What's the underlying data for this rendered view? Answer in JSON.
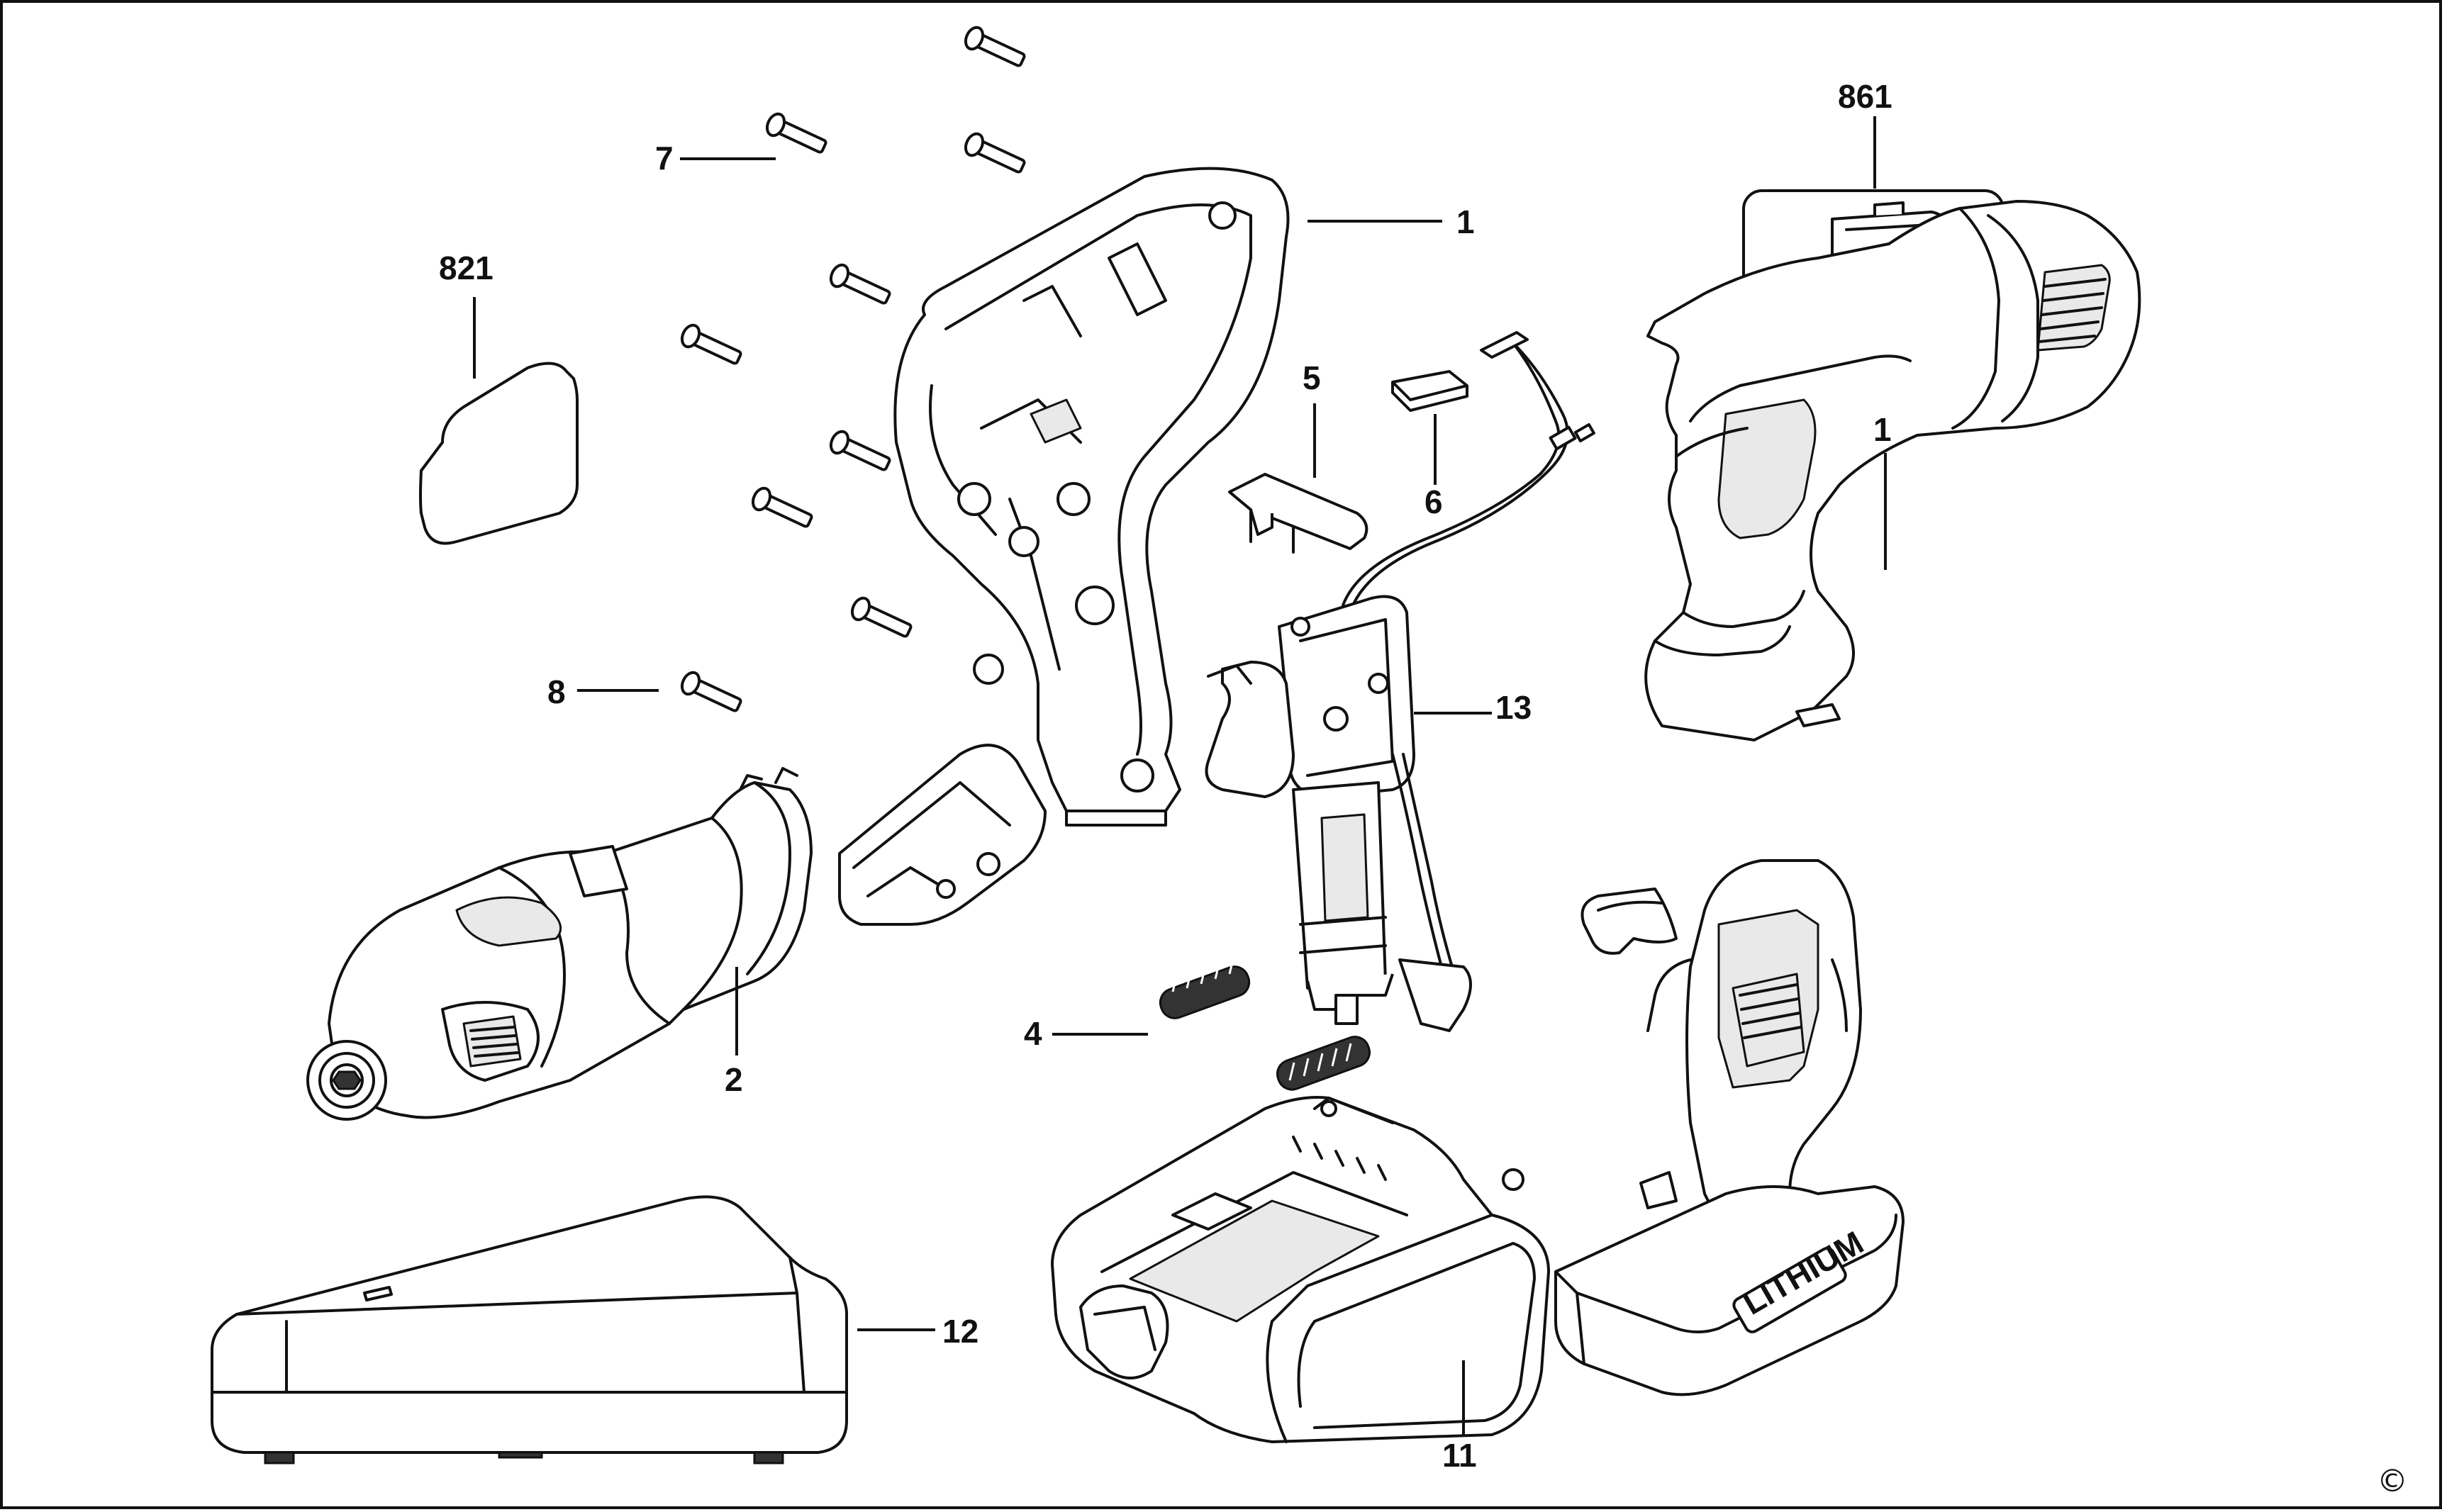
{
  "diagram": {
    "type": "exploded-parts-diagram",
    "callouts": [
      {
        "id": "callout-821",
        "label": "821",
        "part": "label-plate"
      },
      {
        "id": "callout-7",
        "label": "7",
        "part": "screw"
      },
      {
        "id": "callout-1a",
        "label": "1",
        "part": "housing-half"
      },
      {
        "id": "callout-5",
        "label": "5",
        "part": "switch-slider"
      },
      {
        "id": "callout-6",
        "label": "6",
        "part": "small-plate"
      },
      {
        "id": "callout-861",
        "label": "861",
        "part": "carry-case"
      },
      {
        "id": "callout-1b",
        "label": "1",
        "part": "housing-assembled"
      },
      {
        "id": "callout-8",
        "label": "8",
        "part": "screw"
      },
      {
        "id": "callout-13",
        "label": "13",
        "part": "switch-assembly"
      },
      {
        "id": "callout-2",
        "label": "2",
        "part": "motor-gearbox-unit"
      },
      {
        "id": "callout-4",
        "label": "4",
        "part": "spring"
      },
      {
        "id": "callout-12",
        "label": "12",
        "part": "charger"
      },
      {
        "id": "callout-11",
        "label": "11",
        "part": "battery-pack"
      }
    ],
    "copyright_symbol": "©",
    "brand_text": "LITHIUM"
  }
}
